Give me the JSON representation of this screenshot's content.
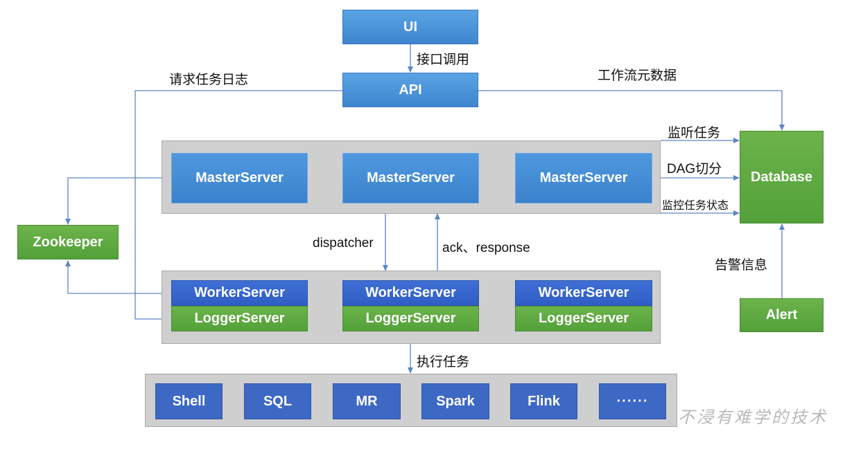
{
  "nodes": {
    "ui": "UI",
    "api": "API",
    "database": "Database",
    "zookeeper": "Zookeeper",
    "alert": "Alert",
    "masters": [
      "MasterServer",
      "MasterServer",
      "MasterServer"
    ],
    "workers": [
      "WorkerServer",
      "WorkerServer",
      "WorkerServer"
    ],
    "loggers": [
      "LoggerServer",
      "LoggerServer",
      "LoggerServer"
    ],
    "tasks": [
      "Shell",
      "SQL",
      "MR",
      "Spark",
      "Flink",
      "······"
    ]
  },
  "edge_labels": {
    "ui_api": "接口调用",
    "request_log": "请求任务日志",
    "workflow_meta": "工作流元数据",
    "listen_task": "监听任务",
    "dag_split": "DAG切分",
    "monitor_status": "监控任务状态",
    "dispatcher": "dispatcher",
    "ack_response": "ack、response",
    "alert_info": "告警信息",
    "execute_task": "执行任务"
  },
  "watermark": "不浸有难学的技术",
  "colors": {
    "blue": "#4a90d9",
    "dark_blue": "#3562c8",
    "green": "#5fa843",
    "group_gray": "#cfcfcf",
    "connector": "#5b86c5"
  }
}
